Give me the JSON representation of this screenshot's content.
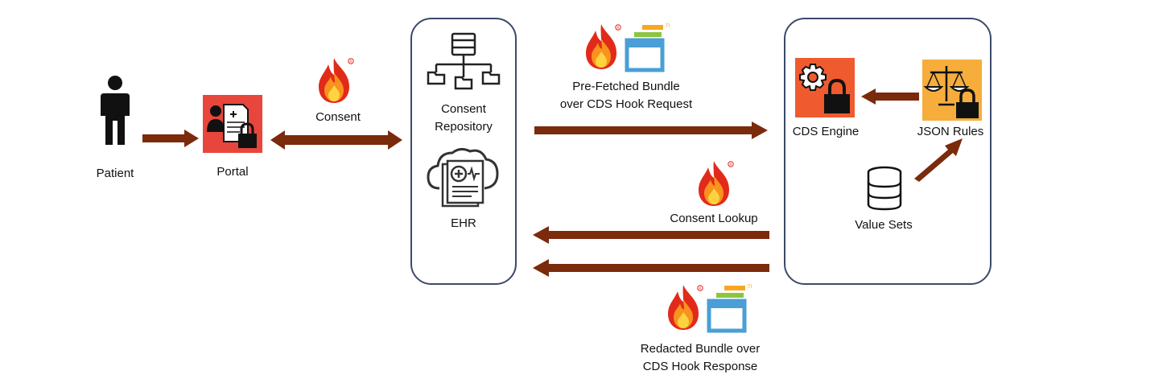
{
  "nodes": {
    "patient": "Patient",
    "portal": "Portal",
    "consent_repository": [
      "Consent",
      "Repository"
    ],
    "ehr": "EHR",
    "cds_engine": "CDS Engine",
    "json_rules": "JSON Rules",
    "value_sets": "Value Sets"
  },
  "edges": {
    "consent": "Consent",
    "prefetched": [
      "Pre-Fetched Bundle",
      "over CDS Hook Request"
    ],
    "consent_lookup": "Consent Lookup",
    "redacted": [
      "Redacted Bundle over",
      "CDS Hook Response"
    ]
  },
  "icons": {
    "patient": "person-icon",
    "portal": "consent-document-lock-icon",
    "fhir": "fhir-flame-icon",
    "cds_hooks": "cds-hooks-icon",
    "repository": "hierarchy-database-icon",
    "ehr": "cloud-medical-record-icon",
    "engine": "gear-lock-icon",
    "rules": "scales-lock-icon",
    "value_sets": "database-icon"
  },
  "colors": {
    "arrow": "#7b2a0c",
    "box_border": "#3b4a6b",
    "portal_bg": "#e8453c",
    "engine_bg": "#ef5a2f",
    "rules_bg": "#f6ad3c",
    "cds_blue": "#4a9fd6",
    "cds_green": "#8cc63f",
    "cds_orange": "#f7a823"
  }
}
